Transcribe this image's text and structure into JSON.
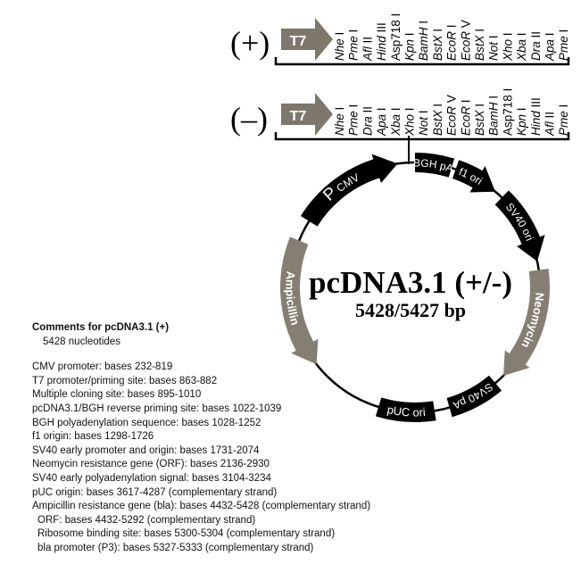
{
  "mcs": {
    "plus": {
      "label": "(+)",
      "promoter": "T7",
      "enzymes": [
        "Nhe I",
        "Pme I",
        "Afl II",
        "Hind III",
        "Asp718 I",
        "Kpn I",
        "BamH I",
        "BstX I",
        "EcoR I",
        "EcoR V",
        "BstX I",
        "Not I",
        "Xho I",
        "Xba I",
        "Dra II",
        "Apa I",
        "Pme I"
      ]
    },
    "minus": {
      "label": "(–)",
      "promoter": "T7",
      "enzymes": [
        "Nhe I",
        "Pme I",
        "Dra II",
        "Apa I",
        "Xba I",
        "Xho I",
        "Not I",
        "BstX I",
        "EcoR V",
        "EcoR I",
        "BstX I",
        "BamH I",
        "Asp718 I",
        "Kpn I",
        "Hind III",
        "Afl II",
        "Pme I"
      ]
    }
  },
  "plasmid": {
    "name": "pcDNA3.1 (+/-)",
    "size": "5428/5427 bp",
    "features": [
      {
        "id": "pcmv",
        "label": "P",
        "sub": "CMV",
        "color": "#000000"
      },
      {
        "id": "bgh",
        "label": "BGH pA",
        "color": "#000000"
      },
      {
        "id": "f1",
        "label": "f1 ori",
        "color": "#000000"
      },
      {
        "id": "sv40ori",
        "label": "SV40 ori",
        "color": "#000000"
      },
      {
        "id": "neo",
        "label": "Neomycin",
        "color": "#857f73"
      },
      {
        "id": "sv40pa",
        "label": "SV40 pA",
        "color": "#000000"
      },
      {
        "id": "puc",
        "label": "pUC ori",
        "color": "#000000"
      },
      {
        "id": "amp",
        "label": "Ampicillin",
        "color": "#857f73"
      }
    ]
  },
  "comments": {
    "title": "Comments for pcDNA3.1 (+)",
    "nucleotides": "5428 nucleotides",
    "lines": [
      "CMV promoter: bases 232-819",
      "T7 promoter/priming site: bases 863-882",
      "Multiple cloning site: bases 895-1010",
      "pcDNA3.1/BGH reverse priming site: bases 1022-1039",
      "BGH polyadenylation sequence: bases 1028-1252",
      "f1 origin: bases 1298-1726",
      "SV40 early promoter and origin: bases 1731-2074",
      "Neomycin resistance gene (ORF): bases 2136-2930",
      "SV40 early polyadenylation signal: bases 3104-3234",
      "pUC origin: bases 3617-4287 (complementary strand)",
      "Ampicillin resistance gene (bla): bases 4432-5428 (complementary strand)"
    ],
    "sublines": [
      "ORF:  bases 4432-5292 (complementary strand)",
      "Ribosome binding site: bases 5300-5304 (complementary strand)",
      "bla promoter (P3): bases 5327-5333 (complementary strand)"
    ]
  },
  "colors": {
    "t7": "#7d786b",
    "gray": "#857f73",
    "black": "#000000"
  }
}
